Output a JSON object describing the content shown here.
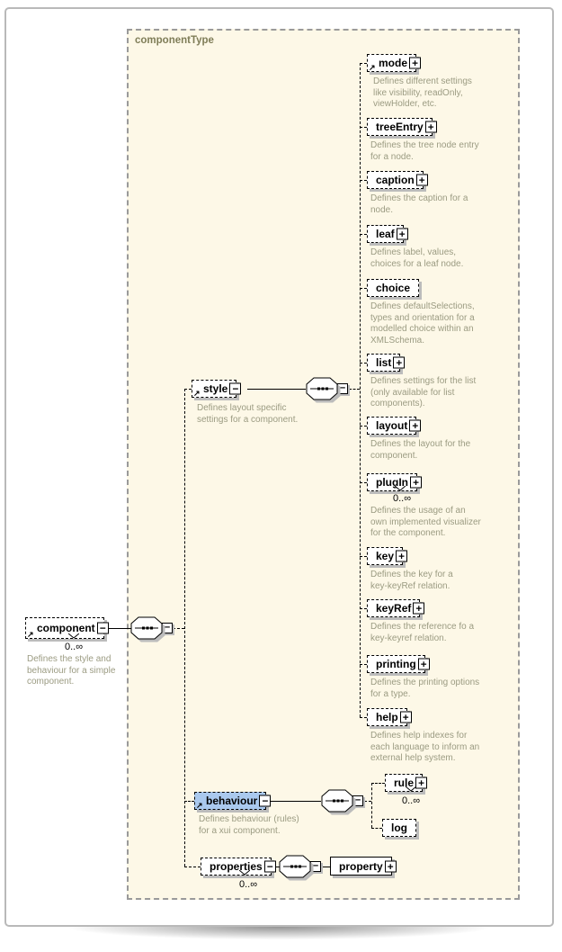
{
  "container": {
    "label": "componentType"
  },
  "icons": {
    "expand": "+",
    "collapse": "−",
    "reference": "↗"
  },
  "colors": {
    "canvas": "#fdf8e7",
    "highlight": "#aac9ee",
    "annotation_text": "#9b9b82",
    "container_label_text": "#7f7d58",
    "frame_border": "#b9b9b9",
    "box_shadow": "#bcbcbc"
  },
  "root": {
    "label": "component",
    "multiplicity": "0..∞",
    "annotation": "Defines the style and behaviour for a simple component."
  },
  "branches": {
    "style": {
      "label": "style",
      "annotation": "Defines layout specific settings for a component."
    },
    "behaviour": {
      "label": "behaviour",
      "annotation": "Defines behaviour (rules) for a xui component."
    },
    "properties": {
      "label": "properties",
      "multiplicity": "0..∞"
    }
  },
  "style_children": [
    {
      "label": "mode",
      "annotation": "Defines different settings like visibility, readOnly, viewHolder, etc."
    },
    {
      "label": "treeEntry",
      "annotation": "Defines the tree node entry for a node."
    },
    {
      "label": "caption",
      "annotation": "Defines the caption for a node."
    },
    {
      "label": "leaf",
      "annotation": "Defines label, values, choices for a leaf node."
    },
    {
      "label": "choice",
      "annotation": "Defines defaultSelections, types and orientation for a modelled choice within an XMLSchema."
    },
    {
      "label": "list",
      "annotation": "Defines settings for the list (only available for list components)."
    },
    {
      "label": "layout",
      "annotation": "Defines the layout for the component."
    },
    {
      "label": "plugIn",
      "multiplicity": "0..∞",
      "annotation": "Defines the usage of an own implemented visualizer for the component."
    },
    {
      "label": "key",
      "annotation": "Defines the key for a key-keyRef relation."
    },
    {
      "label": "keyRef",
      "annotation": "Defines the reference fo a key-keyref relation."
    },
    {
      "label": "printing",
      "annotation": "Defines the printing options for a type."
    },
    {
      "label": "help",
      "annotation": "Defines help indexes for each language to inform an external help system."
    }
  ],
  "behaviour_children": [
    {
      "label": "rule",
      "multiplicity": "0..∞"
    },
    {
      "label": "log"
    }
  ],
  "properties_children": [
    {
      "label": "property"
    }
  ]
}
